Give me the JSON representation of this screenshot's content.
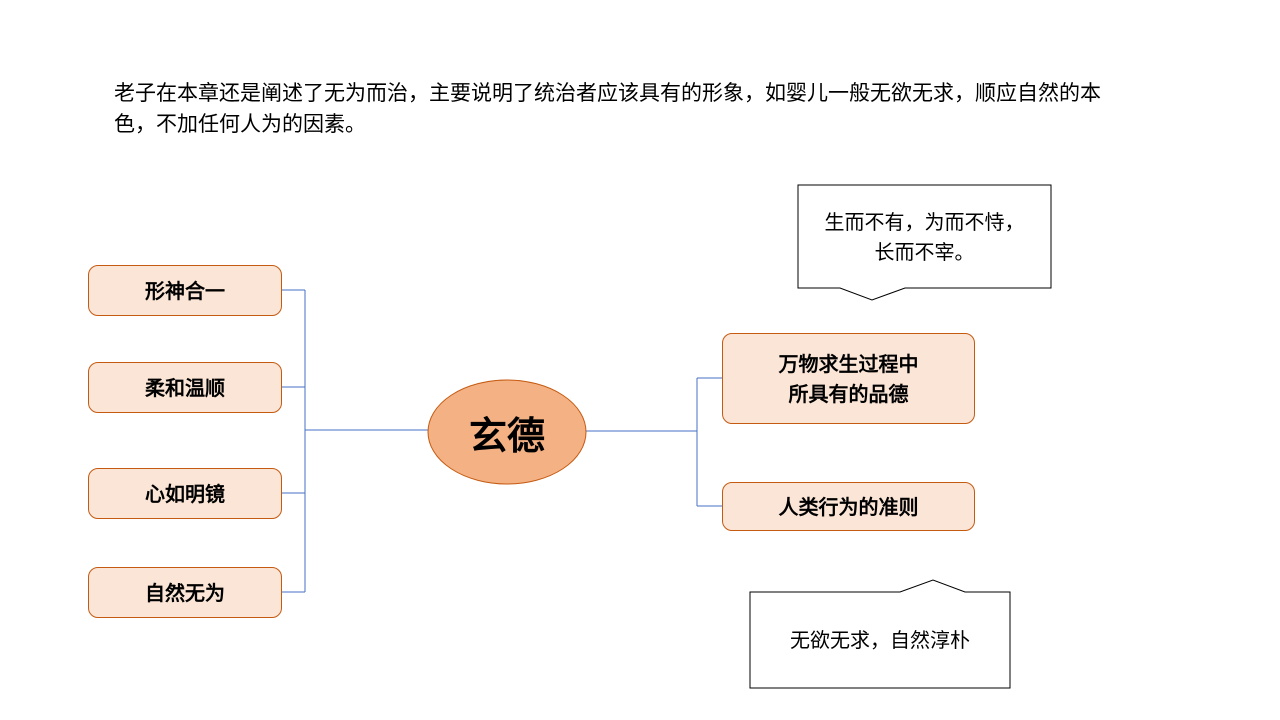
{
  "intro_text": "老子在本章还是阐述了无为而治，主要说明了统治者应该具有的形象，如婴儿一般无欲无求，顺应自然的本色，不加任何人为的因素。",
  "center": {
    "label": "玄德",
    "fill": "#f4b183",
    "stroke": "#c55a11"
  },
  "left_nodes": [
    {
      "label": "形神合一"
    },
    {
      "label": "柔和温顺"
    },
    {
      "label": "心如明镜"
    },
    {
      "label": "自然无为"
    }
  ],
  "right_nodes": [
    {
      "line1": "万物求生过程中",
      "line2": "所具有的品德"
    },
    {
      "label": "人类行为的准则"
    }
  ],
  "callouts": [
    {
      "line1": "生而不有，为而不恃，",
      "line2": "长而不宰。"
    },
    {
      "label": "无欲无求，自然淳朴"
    }
  ],
  "colors": {
    "node_fill": "#fbe5d6",
    "connector": "#4472c4"
  }
}
